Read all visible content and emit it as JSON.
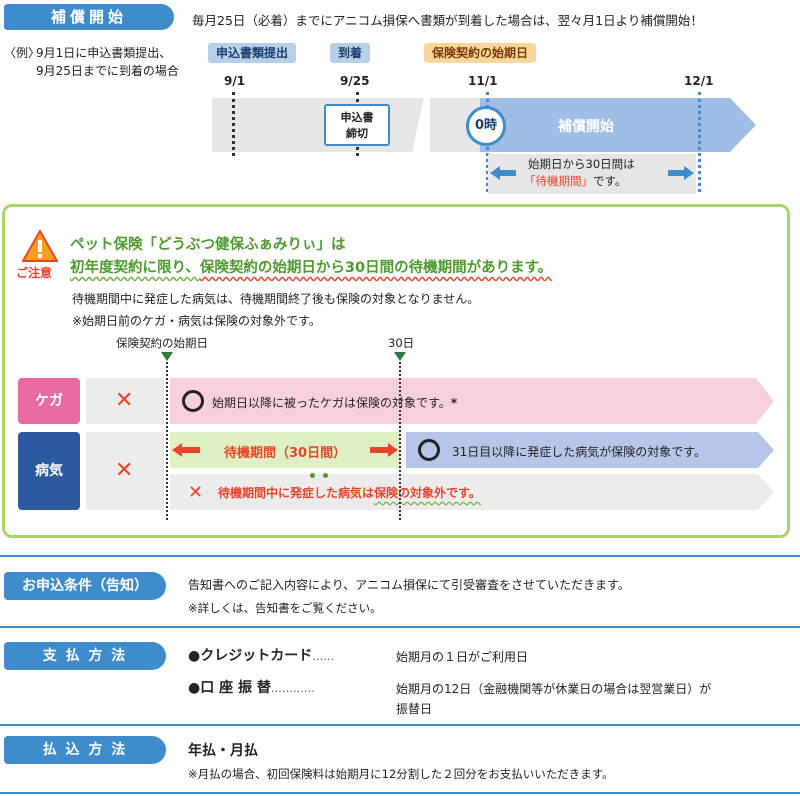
{
  "top": {
    "header_tab": "補償開始",
    "header_text": "毎月25日（必着）までにアニコム損保へ書類が到着した場合は、翌々月1日より補償開始！",
    "example_label": "〈例〉",
    "example_line1": "9月1日に申込書類提出、",
    "example_line2": "9月25日までに到着の場合",
    "pill_submit": "申込書類提出",
    "pill_arrive": "到着",
    "pill_start": "保険契約の始期日",
    "dates": [
      "9/1",
      "9/25",
      "11/1",
      "12/1"
    ],
    "deadline_line1": "申込書",
    "deadline_line2": "締切",
    "zero_hour": "0時",
    "coverage_start": "補償開始",
    "waiting_line1": "始期日から30日間は",
    "waiting_line2_red": "「待機期間」",
    "waiting_line2_rest": "です。"
  },
  "notice": {
    "caution_label": "ご注意",
    "line1": "ペット保険「どうぶつ健保ふぁみりぃ」は",
    "line2_a": "初年度契約に限り、",
    "line2_b": "保険契約の始期日から30日間の待機期間があります。",
    "desc1": "待機期間中に発症した病気は、待機期間終了後も保険の対象となりません。",
    "desc2": "※始期日前のケガ・病気は保険の対象外です。",
    "marker_start": "保険契約の始期日",
    "marker_30": "30日",
    "row_injury": "ケガ",
    "row_illness": "病気",
    "injury_text": "始期日以降に被ったケガは保険の対象です。",
    "injury_asterisk": "*",
    "waiting_period": "待機期間（30日間）",
    "illness_after": "31日目以降に発症した病気が保険の対象です。",
    "illness_during_a": "待機期間中に",
    "illness_during_b": "発症",
    "illness_during_c": "した病気は",
    "illness_during_d": "保険の対象外です。"
  },
  "sections": {
    "conditions_tab": "お申込条件（告知）",
    "conditions_text": "告知書へのご記入内容により、アニコム損保にて引受審査をさせていただきます。",
    "conditions_note": "※詳しくは、告知書をご覧ください。",
    "payment_tab": "支 払 方 法",
    "credit_label": "●クレジットカード",
    "credit_dots": "……",
    "credit_text": "始期月の１日がご利用日",
    "account_label": "●口 座 振 替",
    "account_dots": "…………",
    "account_text1": "始期月の12日（金融機関等が休業日の場合は翌営業日）が",
    "account_text2": "振替日",
    "installment_tab": "払 込 方 法",
    "installment_text": "年払・月払",
    "installment_note": "※月払の場合、初回保険料は始期月に12分割した２回分をお支払いいただきます。"
  },
  "colors": {
    "accent_blue": "#3f8ccc",
    "green_border": "#a5d66d",
    "red": "#e8452a",
    "pink": "#f7cfe0",
    "lavender": "#b7c6e8"
  }
}
